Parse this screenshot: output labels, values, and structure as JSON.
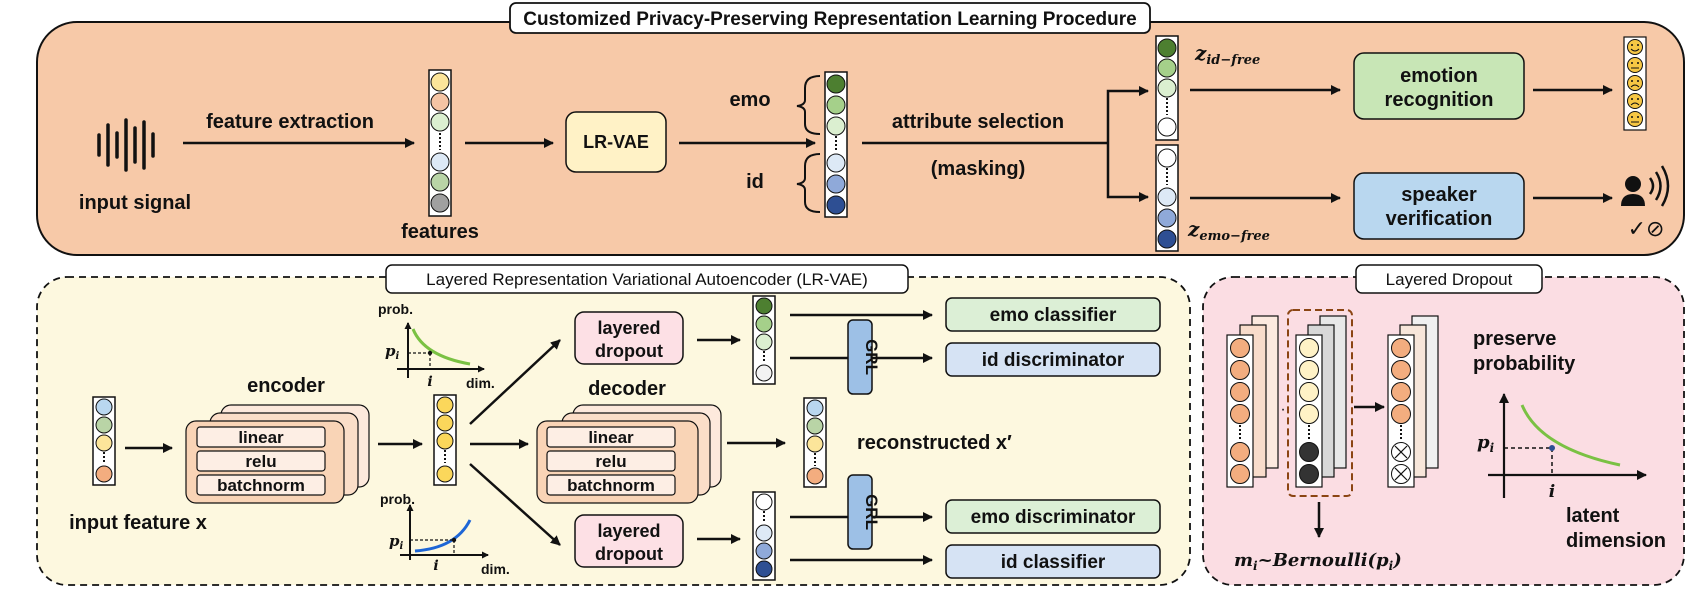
{
  "top_panel": {
    "title": "Customized Privacy-Preserving Representation Learning Procedure",
    "input_signal_label": "input signal",
    "feature_extraction_label": "feature extraction",
    "features_label": "features",
    "lrvae_label": "LR-VAE",
    "emo_label": "emo",
    "id_label": "id",
    "attribute_selection_label": "attribute selection",
    "masking_label": "(masking)",
    "z_id_free_main": "z",
    "z_id_free_sub": "id−free",
    "z_emo_free_main": "z",
    "z_emo_free_sub": "emo−free",
    "emotion_recognition_line1": "emotion",
    "emotion_recognition_line2": "recognition",
    "speaker_verification_line1": "speaker",
    "speaker_verification_line2": "verification",
    "verify_marks": "✓⊘"
  },
  "lrvae_panel": {
    "title": "Layered Representation Variational Autoencoder (LR-VAE)",
    "input_feature_label": "input feature x",
    "encoder_label": "encoder",
    "decoder_label": "decoder",
    "layer_linear": "linear",
    "layer_relu": "relu",
    "layer_batchnorm": "batchnorm",
    "prob_label": "prob.",
    "p_label": "p",
    "p_sub": "i",
    "i_label": "i",
    "dim_label": "dim.",
    "layered_dropout_line1": "layered",
    "layered_dropout_line2": "dropout",
    "grl_label": "GRL",
    "emo_classifier": "emo classifier",
    "id_discriminator": "id discriminator",
    "emo_discriminator": "emo discriminator",
    "id_classifier": "id classifier",
    "reconstructed_label": "reconstructed x′"
  },
  "dropout_panel": {
    "title": "Layered Dropout",
    "preserve_line1": "preserve",
    "preserve_line2": "probability",
    "latent_line1": "latent",
    "latent_line2": "dimension",
    "p_label": "p",
    "p_sub": "i",
    "i_label": "i",
    "bernoulli_m": "m",
    "bernoulli_sub": "i",
    "bernoulli_rest": "~Bernoulli(p",
    "bernoulli_sub2": "i",
    "bernoulli_close": ")"
  },
  "colors": {
    "top_panel_bg": "#f7c9a8",
    "lrvae_panel_bg": "#fdf8df",
    "dropout_panel_bg": "#fbdde3",
    "lrvae_box": "#fff2c6",
    "layered_dropout_box": "#fde0e5",
    "emotion_box": "#c8e6b6",
    "speaker_box": "#b9d7ef",
    "emo_box": "#dcefd6",
    "id_box": "#d6e3f4",
    "grl_box": "#9dc0e6",
    "encoder_layer": "#f9d4b6",
    "green_dark": "#4d7f30",
    "green_mid": "#a5d08a",
    "green_light": "#dbefd0",
    "blue_light": "#dde9f6",
    "blue_mid": "#8fa9d9",
    "blue_dark": "#2e4f93",
    "yellow": "#fbd75b",
    "orange": "#f3ad7f"
  }
}
